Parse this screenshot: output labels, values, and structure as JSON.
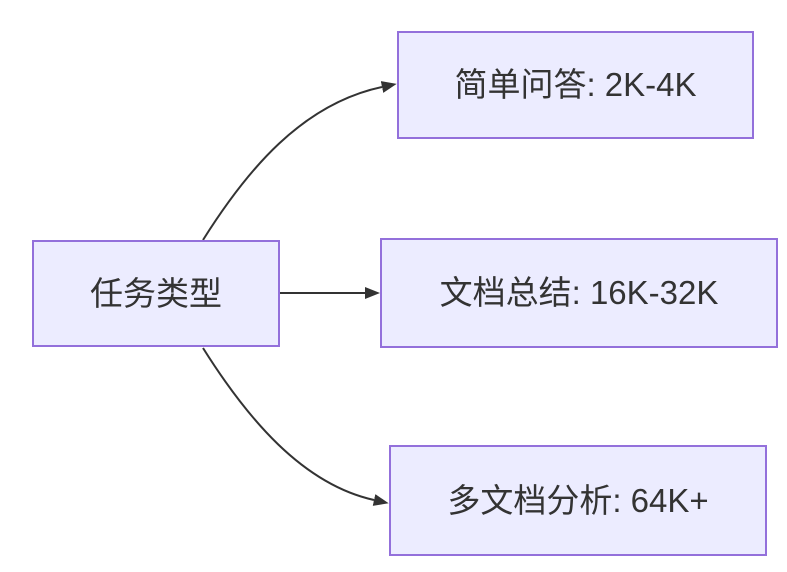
{
  "diagram": {
    "type": "flowchart-left-to-right",
    "background_color": "#ffffff",
    "node_fill_color": "#ECECFF",
    "node_border_color": "#9370DB",
    "node_text_color": "#333333",
    "edge_color": "#333333",
    "nodes": {
      "root": {
        "label": "任务类型"
      },
      "qa": {
        "label": "简单问答: 2K-4K"
      },
      "summary": {
        "label": "文档总结: 16K-32K"
      },
      "multidoc": {
        "label": "多文档分析: 64K+"
      }
    },
    "edges": [
      {
        "from": "任务类型",
        "to": "简单问答: 2K-4K"
      },
      {
        "from": "任务类型",
        "to": "文档总结: 16K-32K"
      },
      {
        "from": "任务类型",
        "to": "多文档分析: 64K+"
      }
    ]
  }
}
